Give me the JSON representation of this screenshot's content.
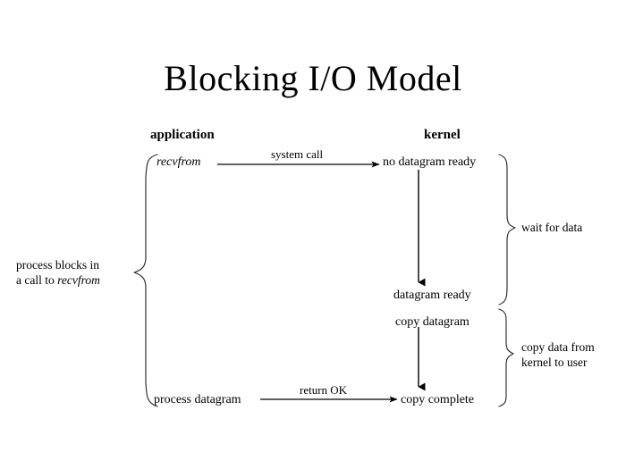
{
  "diagram": {
    "title": "Blocking I/O Model",
    "background_color": "#ffffff",
    "ink_color": "#000000",
    "columns": {
      "left_header": "application",
      "right_header": "kernel"
    },
    "nodes": {
      "recvfrom": "recvfrom",
      "no_datagram_ready": "no datagram ready",
      "datagram_ready": "datagram ready",
      "copy_datagram": "copy datagram",
      "copy_complete": "copy complete",
      "process_datagram": "process datagram"
    },
    "arrow_labels": {
      "system_call": "system  call",
      "return_ok": "return OK"
    },
    "annotations": {
      "process_blocks_line1": "process blocks in",
      "process_blocks_line2_prefix": "a call to ",
      "process_blocks_line2_italic": "recvfrom",
      "wait_for_data": "wait for data",
      "copy_data_line1": "copy data from",
      "copy_data_line2": "kernel to user"
    }
  }
}
